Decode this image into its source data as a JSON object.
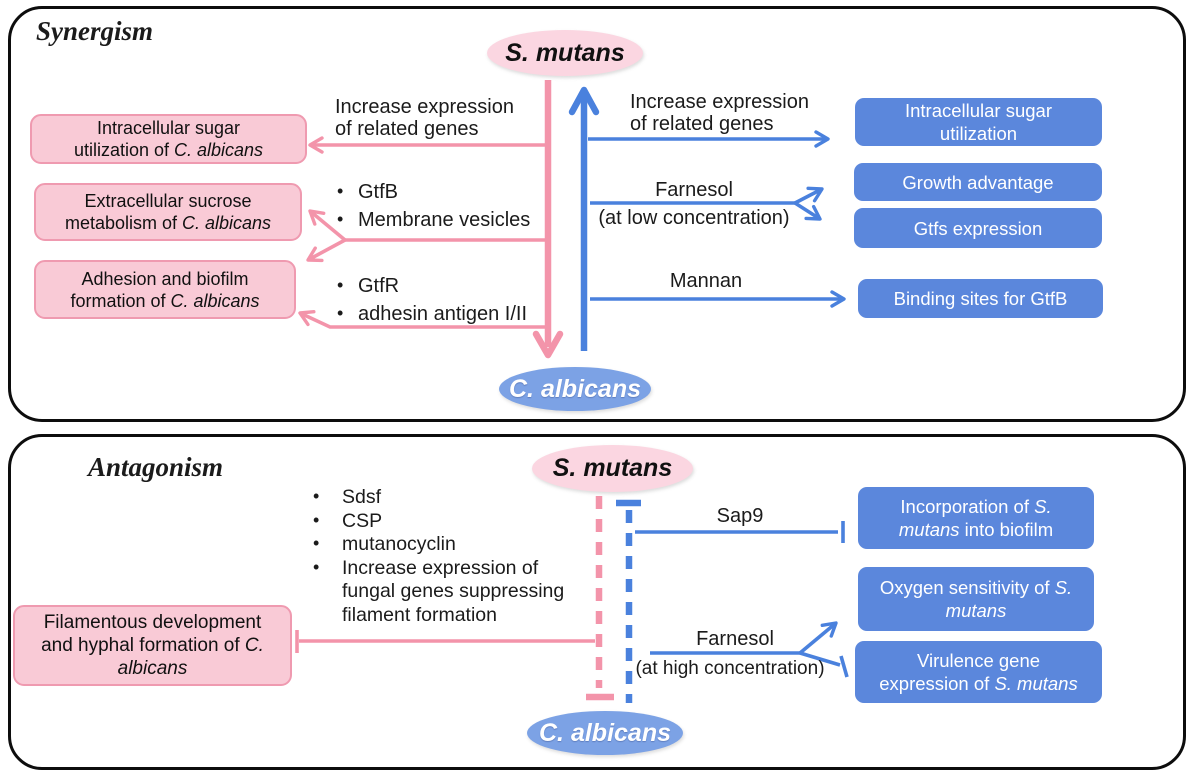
{
  "colors": {
    "pink-arrow": "#f394aa",
    "pink-box-fill": "#f9cad6",
    "pink-box-border": "#ef9ab0",
    "pink-oval": "#fbd6e1",
    "blue-box": "#5b87dc",
    "blue-arrow": "#4a81dd",
    "blue-oval": "#7ca2e5",
    "ink": "#1b1b1b"
  },
  "synergism": {
    "title": "Synergism",
    "s_mutans": "S. mutans",
    "c_albicans": "C. albicans",
    "left": {
      "increase_label": [
        [
          {
            "t": "Increase expression"
          }
        ],
        [
          {
            "t": "of related genes"
          }
        ]
      ],
      "bullets_a": [
        {
          "t": "GtfB",
          "dot": true
        },
        {
          "t": "Membrane vesicles",
          "dot": true
        }
      ],
      "bullets_b": [
        {
          "t": "GtfR",
          "dot": true
        },
        {
          "t": "adhesin antigen I/II",
          "dot": true
        }
      ],
      "box_intracellular": [
        [
          {
            "t": "Intracellular sugar"
          }
        ],
        [
          {
            "t": "utilization of "
          },
          {
            "t": "C. albicans",
            "i": true
          }
        ]
      ],
      "box_extracellular": [
        [
          {
            "t": "Extracellular sucrose"
          }
        ],
        [
          {
            "t": "metabolism of "
          },
          {
            "t": "C. albicans",
            "i": true
          }
        ]
      ],
      "box_adhesion": [
        [
          {
            "t": "Adhesion and biofilm"
          }
        ],
        [
          {
            "t": "formation of "
          },
          {
            "t": "C. albicans",
            "i": true
          }
        ]
      ]
    },
    "right": {
      "increase_label": [
        [
          {
            "t": "Increase expression"
          }
        ],
        [
          {
            "t": "of related genes"
          }
        ]
      ],
      "farnesol": "Farnesol",
      "farnesol_sub": "(at low concentration)",
      "mannan": "Mannan",
      "box_sugar": [
        [
          {
            "t": "Intracellular sugar"
          }
        ],
        [
          {
            "t": "utilization"
          }
        ]
      ],
      "box_growth": [
        [
          {
            "t": "Growth advantage"
          }
        ]
      ],
      "box_gtfs": [
        [
          {
            "t": "Gtfs expression"
          }
        ]
      ],
      "box_binding": [
        [
          {
            "t": "Binding sites for GtfB"
          }
        ]
      ]
    }
  },
  "antagonism": {
    "title": "Antagonism",
    "s_mutans": "S. mutans",
    "c_albicans": "C. albicans",
    "bullets": [
      {
        "t": "Sdsf",
        "dot": true
      },
      {
        "t": "CSP",
        "dot": true
      },
      {
        "t": "mutanocyclin",
        "dot": true
      },
      {
        "t": "Increase expression of",
        "dot": true
      },
      {
        "t": "fungal genes suppressing",
        "dot": false
      },
      {
        "t": "filament formation",
        "dot": false
      }
    ],
    "box_filamentous": [
      [
        {
          "t": "Filamentous development"
        }
      ],
      [
        {
          "t": "and hyphal formation of "
        },
        {
          "t": "C.",
          "i": true
        }
      ],
      [
        {
          "t": "albicans",
          "i": true
        }
      ]
    ],
    "sap9": "Sap9",
    "farnesol": "Farnesol",
    "farnesol_sub": "(at high concentration)",
    "box_incorporation": [
      [
        {
          "t": "Incorporation of "
        },
        {
          "t": "S.",
          "i": true
        }
      ],
      [
        {
          "t": "mutans",
          "i": true
        },
        {
          "t": " into biofilm"
        }
      ]
    ],
    "box_oxygen": [
      [
        {
          "t": "Oxygen sensitivity of "
        },
        {
          "t": "S.",
          "i": true
        }
      ],
      [
        {
          "t": "mutans",
          "i": true
        }
      ]
    ],
    "box_virulence": [
      [
        {
          "t": "Virulence gene"
        }
      ],
      [
        {
          "t": "expression of "
        },
        {
          "t": "S. mutans",
          "i": true
        }
      ]
    ]
  }
}
